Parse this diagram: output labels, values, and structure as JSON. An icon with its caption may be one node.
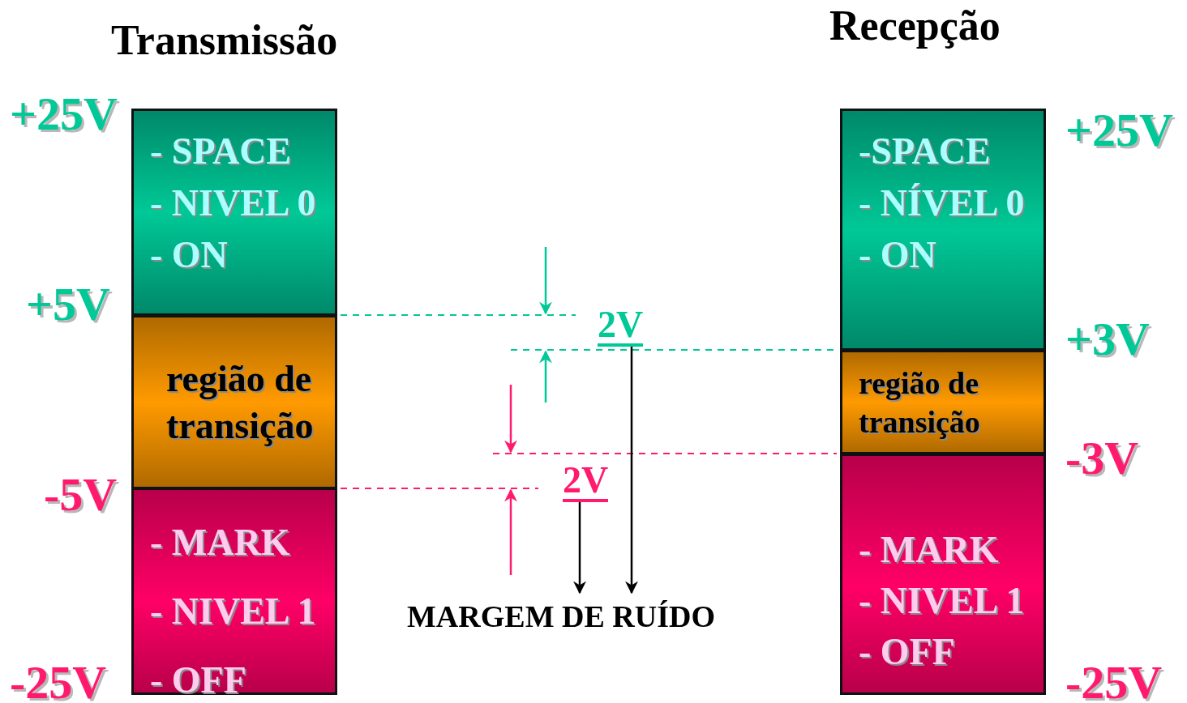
{
  "diagram": {
    "nodes": [
      {
        "text": [
          "- SPACE",
          "- NIVEL 0",
          "- ON"
        ]
      },
      {
        "text": [
          "região de transição"
        ]
      },
      {
        "text": [
          "- MARK",
          "- NIVEL 1",
          "- OFF"
        ]
      },
      {
        "text": [
          "-SPACE",
          "- NÍVEL 0",
          "- ON"
        ]
      },
      {
        "text": [
          "região de transição"
        ]
      },
      {
        "text": [
          "- MARK",
          "- NIVEL 1",
          "- OFF"
        ]
      },
      {
        "text": [
          "2V"
        ]
      },
      {
        "text": [
          "2V"
        ]
      },
      {
        "text": [
          "MARGEM DE RUÍDO"
        ]
      }
    ],
    "edges": [
      {
        "from": 6,
        "to": 8,
        "arrow": "to"
      },
      {
        "from": 7,
        "to": 8,
        "arrow": "to"
      }
    ],
    "labels": [
      "Transmissão",
      "Recepção",
      "+25V",
      "+25V",
      "+5V",
      "+3V",
      "-3V",
      "-5V",
      "-25V",
      "-25V"
    ]
  }
}
